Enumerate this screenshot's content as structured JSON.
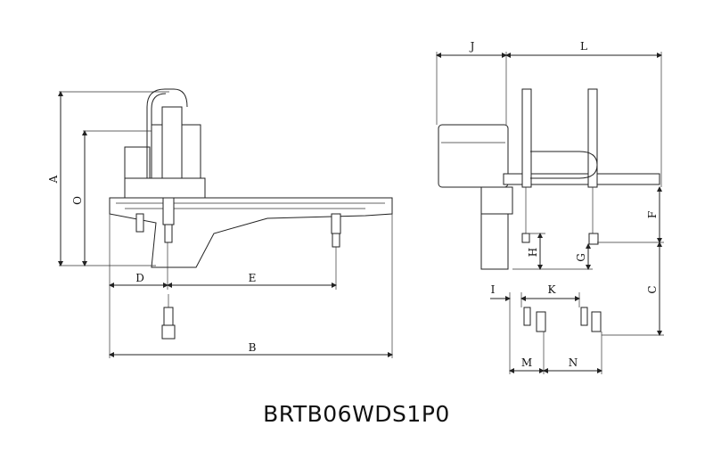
{
  "title": "BRTB06WDS1P0",
  "dimensions": {
    "side_view": [
      "A",
      "O",
      "D",
      "E",
      "B"
    ],
    "front_view": [
      "J",
      "L",
      "F",
      "H",
      "G",
      "C",
      "I",
      "K",
      "M",
      "N"
    ]
  }
}
